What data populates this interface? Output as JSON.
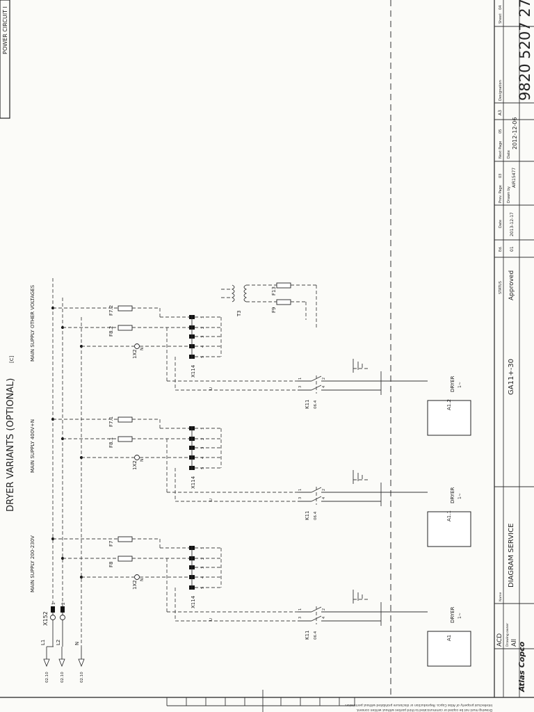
{
  "sheet": {
    "title": "DRYER VARIANTS (OPTIONAL)",
    "title_tag": "[C]",
    "top_left_label": "POWER CIRCUIT I",
    "footnote_1": "Intellectual property of Atlas Copco. Reproduction or disclosure prohibited without permission.",
    "footnote_2": "Drawing must not be copied or communicated to third parties without written consent."
  },
  "sections": [
    {
      "supply_label": "MAIN SUPPLY 200-230V",
      "fuse_a": "F7",
      "fuse_b": "F8",
      "terminal_connector": "1X2",
      "terminal_n": "N",
      "terminal_strip": "X114",
      "terminal_tags": [
        "1",
        "2",
        "3",
        "4",
        "5"
      ],
      "contactor": "K11",
      "contactor_sub": "06.4",
      "contact_numbers": [
        "1",
        "2",
        "3",
        "4"
      ],
      "dryer_ref": "A1",
      "dryer_label": "DRYER",
      "dryer_sub": "1~",
      "wire_tag": "U"
    },
    {
      "supply_label": "MAIN SUPPLY 400V+N",
      "fuse_a": "F7.1",
      "fuse_b": "F8.1",
      "terminal_connector": "1X2",
      "terminal_n": "N",
      "terminal_strip": "X114",
      "terminal_tags": [
        "1",
        "2",
        "3",
        "4",
        "5"
      ],
      "contactor": "K11",
      "contactor_sub": "06.4",
      "contact_numbers": [
        "1",
        "2",
        "3",
        "4"
      ],
      "dryer_ref": "A1.1",
      "dryer_label": "DRYER",
      "dryer_sub": "1~",
      "wire_tag": "U"
    },
    {
      "supply_label": "MAIN SUPPLY OTHER VOLTAGES",
      "fuse_a": "F7.2",
      "fuse_b": "F8.2",
      "terminal_connector": "1X2",
      "terminal_n": "N",
      "terminal_strip": "X114",
      "terminal_tags": [
        "1",
        "2",
        "3",
        "4",
        "5"
      ],
      "contactor": "K11",
      "contactor_sub": "06.4",
      "contact_numbers": [
        "1",
        "2",
        "3",
        "4"
      ],
      "dryer_ref": "A1.2",
      "dryer_label": "DRYER",
      "dryer_sub": "1~",
      "wire_tag": "U",
      "transformer": "T3",
      "fuse_c": "F13",
      "fuse_d": "F9"
    }
  ],
  "supply": {
    "connector": "X152",
    "lines": [
      {
        "label": "L1",
        "ref": "02.10"
      },
      {
        "label": "L2",
        "ref": "02.10"
      },
      {
        "label": "N",
        "ref": "02.10"
      }
    ],
    "pin_1": "1",
    "pin_2": "2"
  },
  "title_block": {
    "company": "Atlas Copco",
    "dept": "ACD",
    "drawing_owner_label": "Drawing owner",
    "drawing_owner": "All",
    "name_label": "Name",
    "name": "DIAGRAM SERVICE",
    "product": "GA11+-30",
    "status_label": "STATUS",
    "status": "Approved",
    "ed_label": "Ed.",
    "ed": "01",
    "date_label": "Date",
    "date": "2013-12-17",
    "prev_page_label": "Prev. Page",
    "prev_page": "03",
    "next_page_label": "Next Page",
    "next_page": "05",
    "drawn_by_label": "Drawn by",
    "drawn_by": "AIR15477",
    "date2_label": "Date",
    "date2": "2012-12-06",
    "size": "A3",
    "designation_label": "Designation",
    "designation": "9820 5207 27",
    "sheet_label": "Sheet",
    "sheet": "04"
  }
}
